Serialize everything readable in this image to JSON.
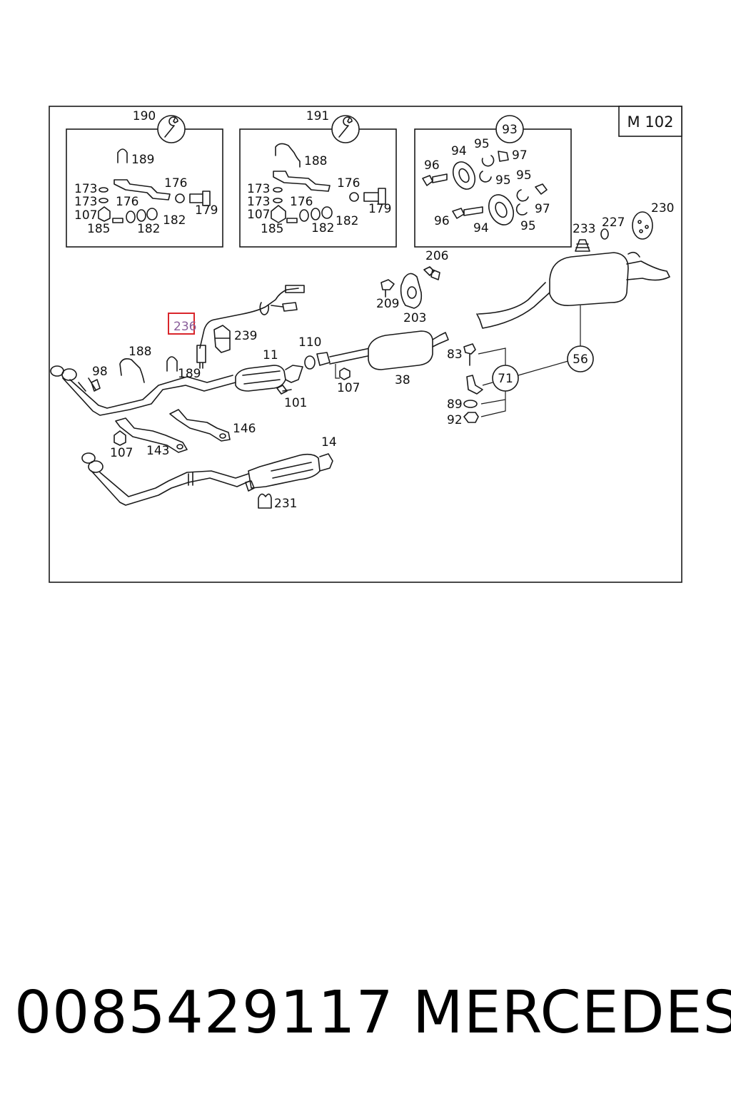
{
  "engine_label": "M 102",
  "highlight_color": "#d9262b",
  "highlighted_part": "236",
  "kits": {
    "k190": {
      "number": "190",
      "icon": "wrench-icon"
    },
    "k191": {
      "number": "191",
      "icon": "wrench-icon"
    },
    "k93": {
      "number": "93"
    }
  },
  "labels": {
    "l189a": "189",
    "l176a": "176",
    "l173a": "173",
    "l173b": "173",
    "l176b": "176",
    "l179a": "179",
    "l107a": "107",
    "l185a": "185",
    "l182a": "182",
    "l182b": "182",
    "l188a": "188",
    "l176c": "176",
    "l173c": "173",
    "l173d": "173",
    "l176d": "176",
    "l179b": "179",
    "l107b": "107",
    "l185b": "185",
    "l182c": "182",
    "l182d": "182",
    "l96a": "96",
    "l94a": "94",
    "l95a": "95",
    "l97a": "97",
    "l95b": "95",
    "l95c": "95",
    "l96b": "96",
    "l94b": "94",
    "l97b": "97",
    "l95d": "95",
    "l233": "233",
    "l227": "227",
    "l230": "230",
    "l206": "206",
    "l209": "209",
    "l203": "203",
    "l239": "239",
    "l110": "110",
    "l11": "11",
    "l188b": "188",
    "l189b": "189",
    "l98": "98",
    "l101": "101",
    "l107c": "107",
    "l38": "38",
    "l83": "83",
    "l71": "71",
    "l56": "56",
    "l89": "89",
    "l92": "92",
    "l146": "146",
    "l107d": "107",
    "l143": "143",
    "l14": "14",
    "l231": "231"
  },
  "footer": {
    "part_number": "0085429117",
    "brand": "MERCEDES"
  }
}
